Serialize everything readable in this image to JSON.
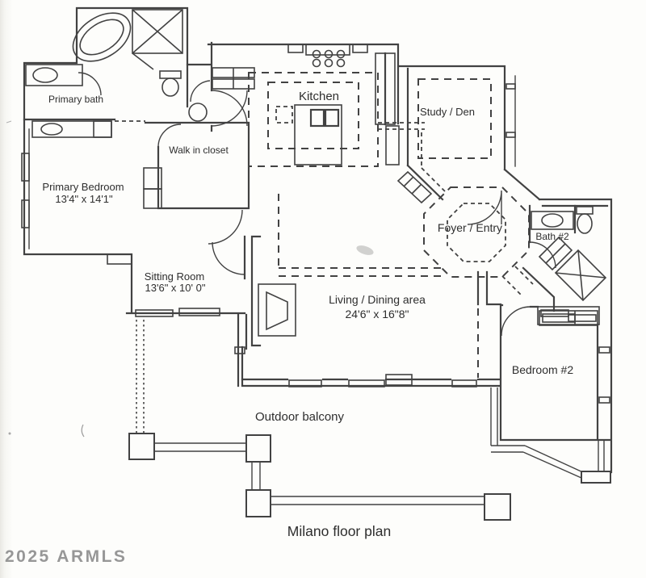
{
  "title": "Milano floor plan",
  "watermark": "2025 ARMLS",
  "rooms": {
    "primary_bath": {
      "label": "Primary bath"
    },
    "walk_in_closet": {
      "label": "Walk in closet"
    },
    "primary_bedroom": {
      "label": "Primary Bedroom",
      "dimensions": "13'4\" x 14'1\""
    },
    "sitting_room": {
      "label": "Sitting Room",
      "dimensions": "13'6\" x 10' 0\""
    },
    "kitchen": {
      "label": "Kitchen"
    },
    "study_den": {
      "label": "Study / Den"
    },
    "foyer_entry": {
      "label": "Foyer / Entry"
    },
    "bath_2": {
      "label": "Bath #2"
    },
    "living_dining": {
      "label": "Living / Dining area",
      "dimensions": "24'6\" x 16\"8\""
    },
    "bedroom_2": {
      "label": "Bedroom #2"
    },
    "outdoor_balcony": {
      "label": "Outdoor balcony"
    }
  },
  "colors": {
    "ink": "#424242",
    "paper": "#fdfdfb",
    "watermark": "#8d8d8d"
  }
}
